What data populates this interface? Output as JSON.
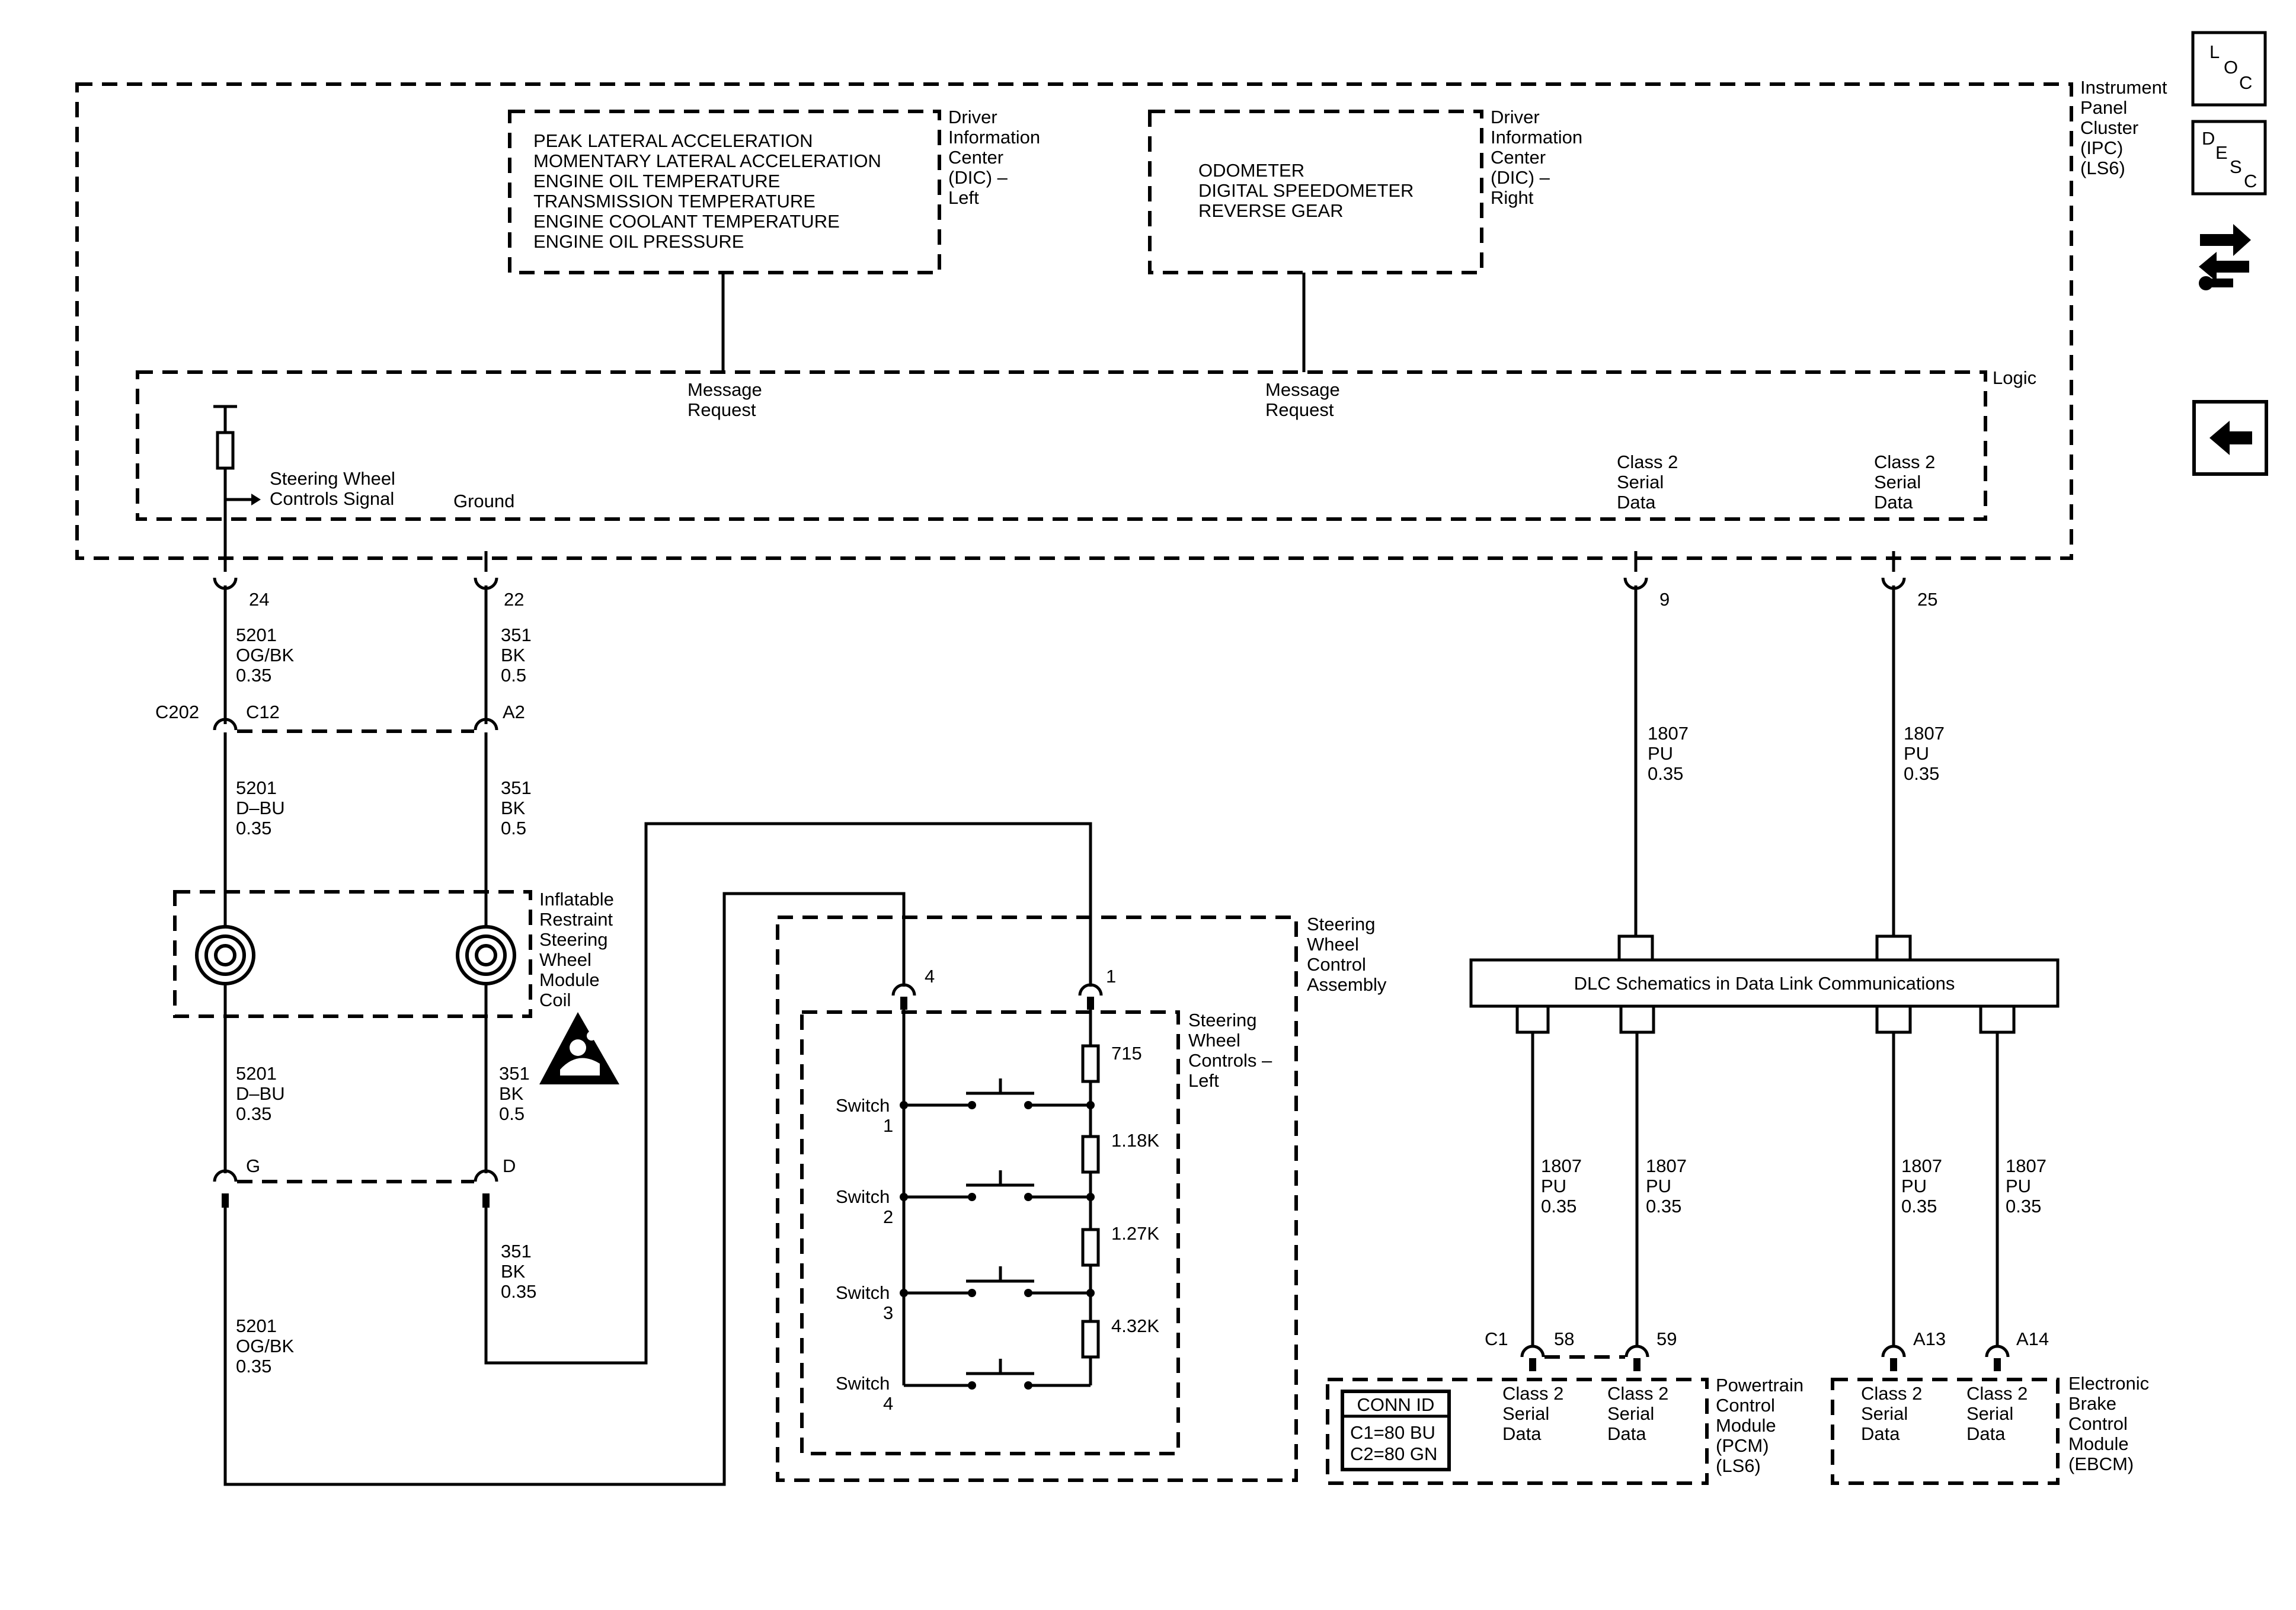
{
  "ipc": {
    "label": [
      "Instrument",
      "Panel",
      "Cluster",
      "(IPC)",
      "(LS6)"
    ],
    "logic_label": "Logic",
    "dic_left": {
      "label": [
        "Driver",
        "Information",
        "Center",
        "(DIC) –",
        "Left"
      ],
      "items": [
        "PEAK LATERAL ACCELERATION",
        "MOMENTARY LATERAL ACCELERATION",
        "ENGINE OIL TEMPERATURE",
        "TRANSMISSION TEMPERATURE",
        "ENGINE COOLANT TEMPERATURE",
        "ENGINE OIL PRESSURE"
      ]
    },
    "dic_right": {
      "label": [
        "Driver",
        "Information",
        "Center",
        "(DIC) –",
        "Right"
      ],
      "items": [
        "ODOMETER",
        "DIGITAL SPEEDOMETER",
        "REVERSE GEAR"
      ]
    },
    "message_request": [
      "Message",
      "Request"
    ],
    "swc_signal": [
      "Steering Wheel",
      "Controls Signal"
    ],
    "ground": "Ground",
    "class2": [
      "Class 2",
      "Serial",
      "Data"
    ],
    "pins": {
      "swc": "24",
      "ground": "22",
      "c2a": "9",
      "c2b": "25"
    }
  },
  "wires": {
    "og_bk_top": [
      "5201",
      "OG/BK",
      "0.35"
    ],
    "bk_top": [
      "351",
      "BK",
      "0.5"
    ],
    "pu_1807": [
      "1807",
      "PU",
      "0.35"
    ],
    "d_bu": [
      "5201",
      "D–BU",
      "0.35"
    ],
    "bk_mid": [
      "351",
      "BK",
      "0.5"
    ],
    "d_bu_lower": [
      "5201",
      "D–BU",
      "0.35"
    ],
    "bk_lower": [
      "351",
      "BK",
      "0.5"
    ],
    "bk_bottom": [
      "351",
      "BK",
      "0.35"
    ],
    "og_bk_bottom": [
      "5201",
      "OG/BK",
      "0.35"
    ]
  },
  "connectors": {
    "c202": "C202",
    "c12": "C12",
    "a2": "A2",
    "g": "G",
    "d": "D"
  },
  "coil": {
    "label": [
      "Inflatable",
      "Restraint",
      "Steering",
      "Wheel",
      "Module",
      "Coil"
    ]
  },
  "swc_assembly": {
    "label": [
      "Steering",
      "Wheel",
      "Control",
      "Assembly"
    ],
    "inner_label": [
      "Steering",
      "Wheel",
      "Controls –",
      "Left"
    ],
    "pin4": "4",
    "pin1": "1",
    "switches": [
      [
        "Switch",
        "1"
      ],
      [
        "Switch",
        "2"
      ],
      [
        "Switch",
        "3"
      ],
      [
        "Switch",
        "4"
      ]
    ],
    "resistors": [
      "715",
      "1.18K",
      "1.27K",
      "4.32K"
    ]
  },
  "dlc": {
    "label": "DLC Schematics in Data Link Communications"
  },
  "pcm": {
    "label": [
      "Powertrain",
      "Control",
      "Module",
      "(PCM)",
      "(LS6)"
    ],
    "c1": "C1",
    "pin58": "58",
    "pin59": "59",
    "conn_id": {
      "title": "CONN ID",
      "rows": [
        "C1=80 BU",
        "C2=80 GN"
      ]
    }
  },
  "ebcm": {
    "label": [
      "Electronic",
      "Brake",
      "Control",
      "Module",
      "(EBCM)"
    ],
    "a13": "A13",
    "a14": "A14"
  },
  "sidebar": {
    "loc": {
      "chars": [
        "L",
        "O",
        "C"
      ]
    },
    "desc": {
      "chars": [
        "D",
        "E",
        "S",
        "C"
      ]
    }
  }
}
